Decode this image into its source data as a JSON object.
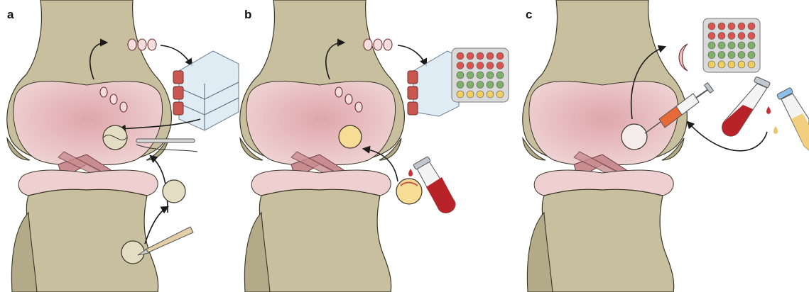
{
  "panels": [
    {
      "letter": "a"
    },
    {
      "letter": "b"
    },
    {
      "letter": "c"
    }
  ],
  "colors": {
    "bone": "#c8bf9f",
    "cartilage": "#ebc6c8",
    "meniscus": "#efd0d1",
    "ligament": "#c98d91",
    "cell_rim": "#c9574f",
    "scaffold": "#f6dc95",
    "blood": "#b8232a",
    "serum": "#f2cf7c",
    "well_red": "#d9534f",
    "well_green": "#7fb06a",
    "well_yellow": "#f0cf5e"
  },
  "icons": [
    "cell-icon",
    "culture-flask-icon",
    "multiwell-plate-icon",
    "scalpel-icon",
    "needle-icon",
    "blood-tube-icon",
    "syringe-icon",
    "crescent-icon",
    "droplet-icon"
  ]
}
